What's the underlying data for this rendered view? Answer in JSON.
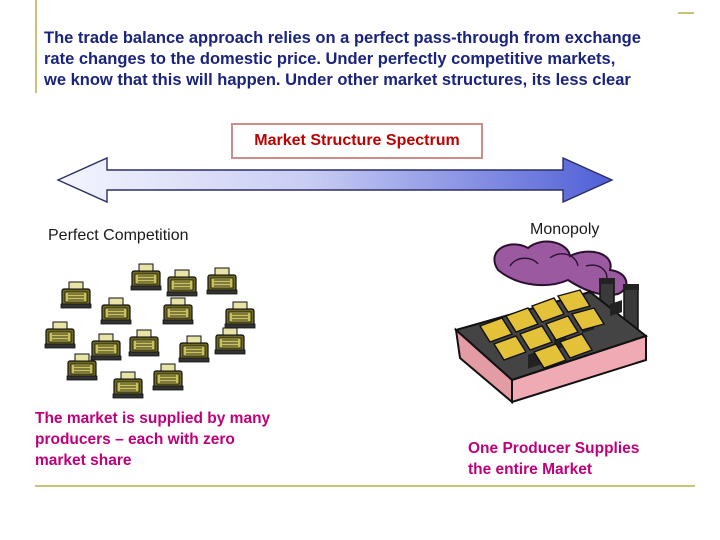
{
  "heading": {
    "lines": [
      "The trade balance approach relies on a perfect pass-through from exchange",
      "rate changes to the domestic price.  Under perfectly competitive markets,",
      "we know that this will happen. Under other market structures, its less clear"
    ]
  },
  "spectrum": {
    "title": "Market Structure Spectrum",
    "left_label": "Perfect Competition",
    "right_label": "Monopoly"
  },
  "left_description": {
    "lines": [
      "The market is supplied by many",
      "producers – each with zero",
      "market share"
    ]
  },
  "right_description": {
    "lines": [
      "One Producer Supplies",
      "the entire Market"
    ]
  },
  "colors": {
    "heading": "#1a237e",
    "accent_red": "#c00000",
    "description": "#c0007a",
    "rule": "#c9c277",
    "arrow_dark": "#4f5fd6",
    "arrow_light": "#eef0ff"
  },
  "icons": {
    "producers": "cash-register-clipart",
    "monopoly": "factory-clipart"
  }
}
